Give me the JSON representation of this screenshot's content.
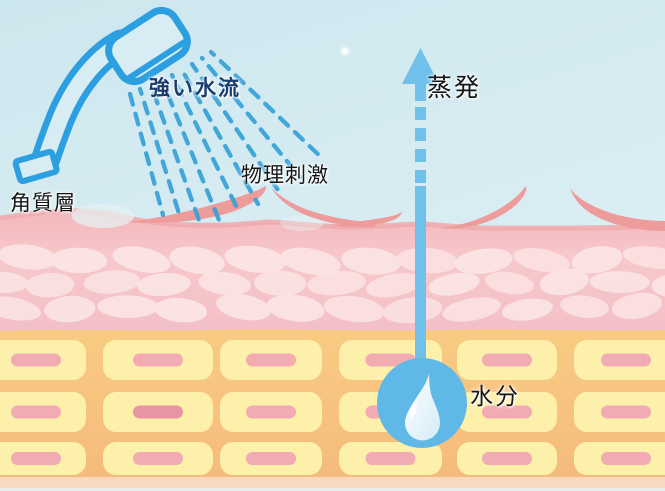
{
  "diagram": {
    "name": "skin-damage-from-strong-shower-stream-diagram",
    "labels": {
      "strong_water_flow": "強い水流",
      "physical_stimulation": "物理刺激",
      "stratum_corneum": "角質層",
      "evaporation": "蒸発",
      "moisture": "水分"
    },
    "icons": {
      "shower_head": "shower-head-icon",
      "spray": "water-spray-dashes",
      "evaporation_arrow": "up-arrow-dashed",
      "moisture_drop": "water-drop-in-circle",
      "sparkle": "white-sparkle"
    },
    "colors": {
      "sky": "#d5ebf1",
      "shower_outline": "#2b9fe0",
      "spray_blue": "#35a1d8",
      "arrow_blue": "#6fc0ea",
      "moisture_circle": "#60b8e7",
      "droplet": "#e9f6fc",
      "flake_pink": "#ee9b9c",
      "epidermis_pink": "#f6c6c9",
      "corneocyte": "#fbe3e3",
      "dermis_orange": "#f8c87e",
      "dermis_cell_yellow": "#fdf0aa",
      "cell_nucleus_pink": "#f2aab3",
      "label_navy": "#1a3c6e",
      "label_black": "#161616"
    }
  }
}
